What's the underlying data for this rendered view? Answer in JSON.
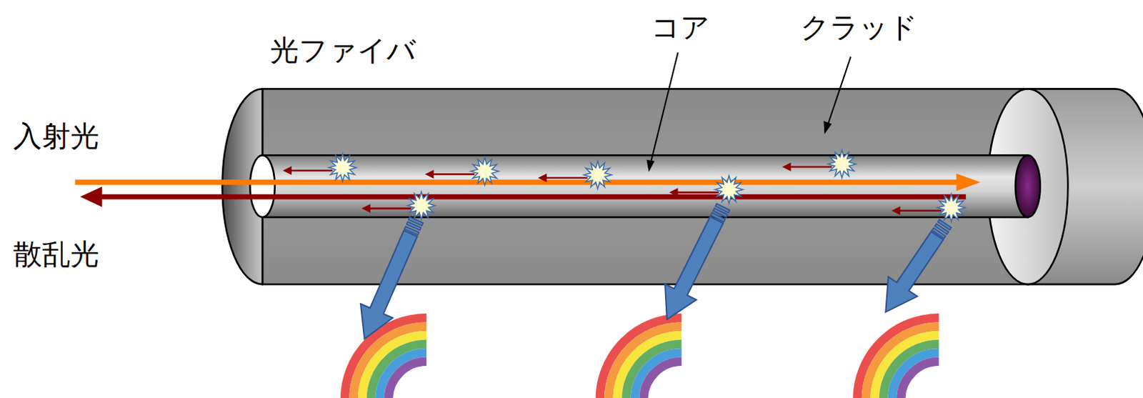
{
  "diagram": {
    "labels": [
      "光ファイバ",
      "コア",
      "クラッド",
      "入射光",
      "散乱光"
    ]
  }
}
